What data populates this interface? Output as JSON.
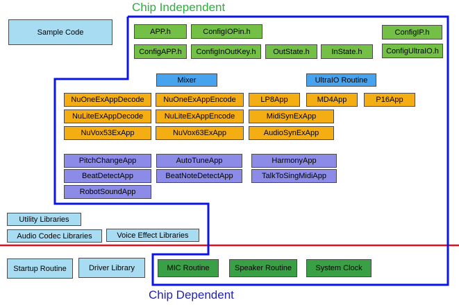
{
  "chip_independent_label": "Chip Independent",
  "chip_dependent_label": "Chip Dependent",
  "colors": {
    "title_green": "#2dae3c",
    "title_blue": "#2222b4",
    "boundary_blue": "#0a14e6",
    "divider_red": "#e0101e"
  },
  "sample_code": "Sample Code",
  "headers": {
    "app_h": "APP.h",
    "config_io_pin_h": "ConfigIOPin.h",
    "config_ip_h": "ConfigIP.h",
    "config_app_h": "ConfigAPP.h",
    "config_in_out_key_h": "ConfigInOutKey.h",
    "out_state_h": "OutState.h",
    "in_state_h": "InState.h",
    "config_ultra_io_h": "ConfigUltraIO.h"
  },
  "routines": {
    "mixer": "Mixer",
    "ultra_io": "UltraIO  Routine"
  },
  "codec_apps": {
    "nu_one_ex_decode": "NuOneExAppDecode",
    "nu_one_ex_encode": "NuOneExAppEncode",
    "lp8": "LP8App",
    "md4": "MD4App",
    "p16": "P16App",
    "nu_lite_ex_decode": "NuLiteExAppDecode",
    "nu_lite_ex_encode": "NuLiteExAppEncode",
    "midi_syn_ex": "MidiSynExApp",
    "nu_vox53": "NuVox53ExApp",
    "nu_vox63": "NuVox63ExApp",
    "audio_syn_ex": "AudioSynExApp"
  },
  "effect_apps": {
    "pitch_change": "PitchChangeApp",
    "auto_tune": "AutoTuneApp",
    "harmony": "HarmonyApp",
    "beat_detect": "BeatDetectApp",
    "beat_note_detect": "BeatNoteDetectApp",
    "talk_to_sing_midi": "TalkToSingMidiApp",
    "robot_sound": "RobotSoundApp"
  },
  "libraries": {
    "utility": "Utility Libraries",
    "audio_codec": "Audio Codec Libraries",
    "voice_effect": "Voice Effect Libraries",
    "startup": "Startup Routine",
    "driver": "Driver Library"
  },
  "drivers": {
    "mic": "MIC Routine",
    "speaker": "Speaker Routine",
    "system_clock": "System   Clock"
  }
}
